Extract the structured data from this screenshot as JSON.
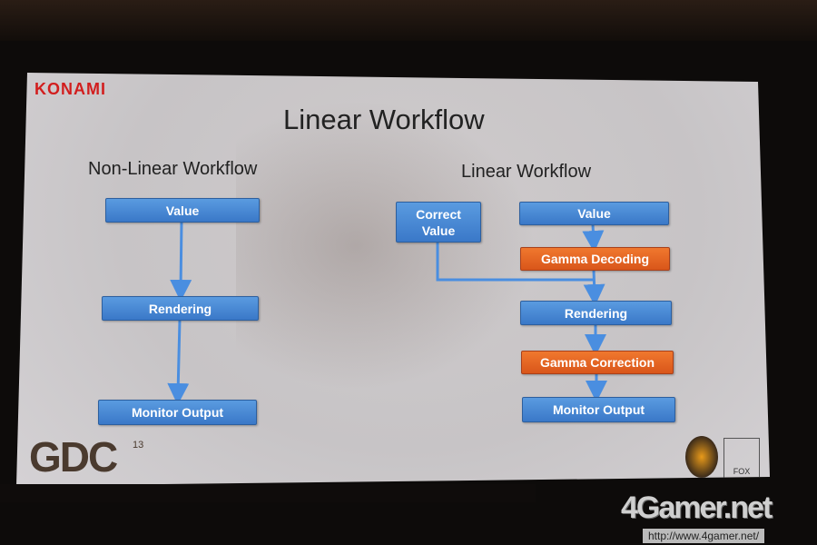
{
  "slide": {
    "brand": "KONAMI",
    "title": "Linear Workflow",
    "event_logo": "GDC",
    "event_year": "13",
    "studio_logo": "FOX"
  },
  "left": {
    "heading": "Non-Linear Workflow",
    "boxes": [
      "Value",
      "Rendering",
      "Monitor Output"
    ]
  },
  "right": {
    "heading": "Linear Workflow",
    "correct_value": "Correct\nValue",
    "boxes": [
      "Value",
      "Gamma Decoding",
      "Rendering",
      "Gamma Correction",
      "Monitor Output"
    ]
  },
  "colors": {
    "blue": "#3a78c8",
    "orange": "#e0601e",
    "arrow": "#4a8ee0",
    "konami": "#d21e1e"
  },
  "watermark": {
    "name": "4Gamer.net",
    "url": "http://www.4gamer.net/"
  }
}
